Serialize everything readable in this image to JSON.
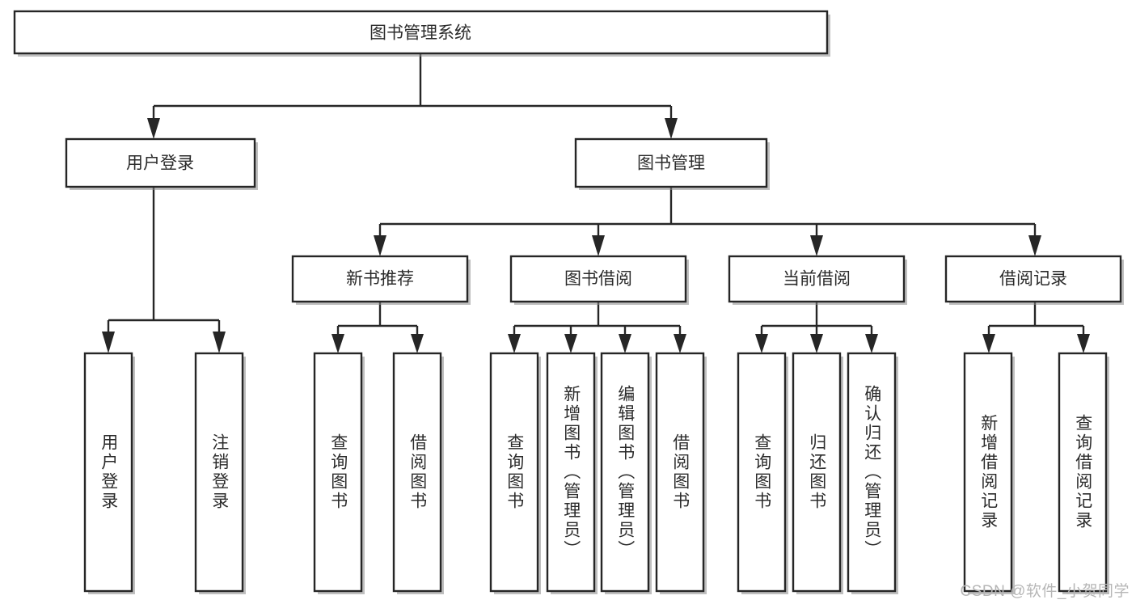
{
  "diagram": {
    "type": "tree-hierarchy",
    "title": "图书管理系统",
    "watermark": "CSDN @软件_小贺同学",
    "levels": {
      "root": {
        "label": "图书管理系统"
      },
      "level2": [
        {
          "label": "用户登录"
        },
        {
          "label": "图书管理"
        }
      ],
      "level3": [
        {
          "label": "新书推荐"
        },
        {
          "label": "图书借阅"
        },
        {
          "label": "当前借阅"
        },
        {
          "label": "借阅记录"
        }
      ],
      "leaves": {
        "user_login": [
          {
            "label": "用户登录"
          },
          {
            "label": "注销登录"
          }
        ],
        "new_book_recommend": [
          {
            "label": "查询图书"
          },
          {
            "label": "借阅图书"
          }
        ],
        "book_borrow": [
          {
            "label": "查询图书"
          },
          {
            "label": "新增图书（管理员）"
          },
          {
            "label": "编辑图书（管理员）"
          },
          {
            "label": "借阅图书"
          }
        ],
        "current_borrow": [
          {
            "label": "查询图书"
          },
          {
            "label": "归还图书"
          },
          {
            "label": "确认归还（管理员）"
          }
        ],
        "borrow_record": [
          {
            "label": "新增借阅记录"
          },
          {
            "label": "查询借阅记录"
          }
        ]
      }
    },
    "colors": {
      "box_fill": "#ffffff",
      "box_stroke": "#262626",
      "text": "#2b2b2b",
      "watermark": "#b6b6b6",
      "background": "#ffffff"
    }
  }
}
